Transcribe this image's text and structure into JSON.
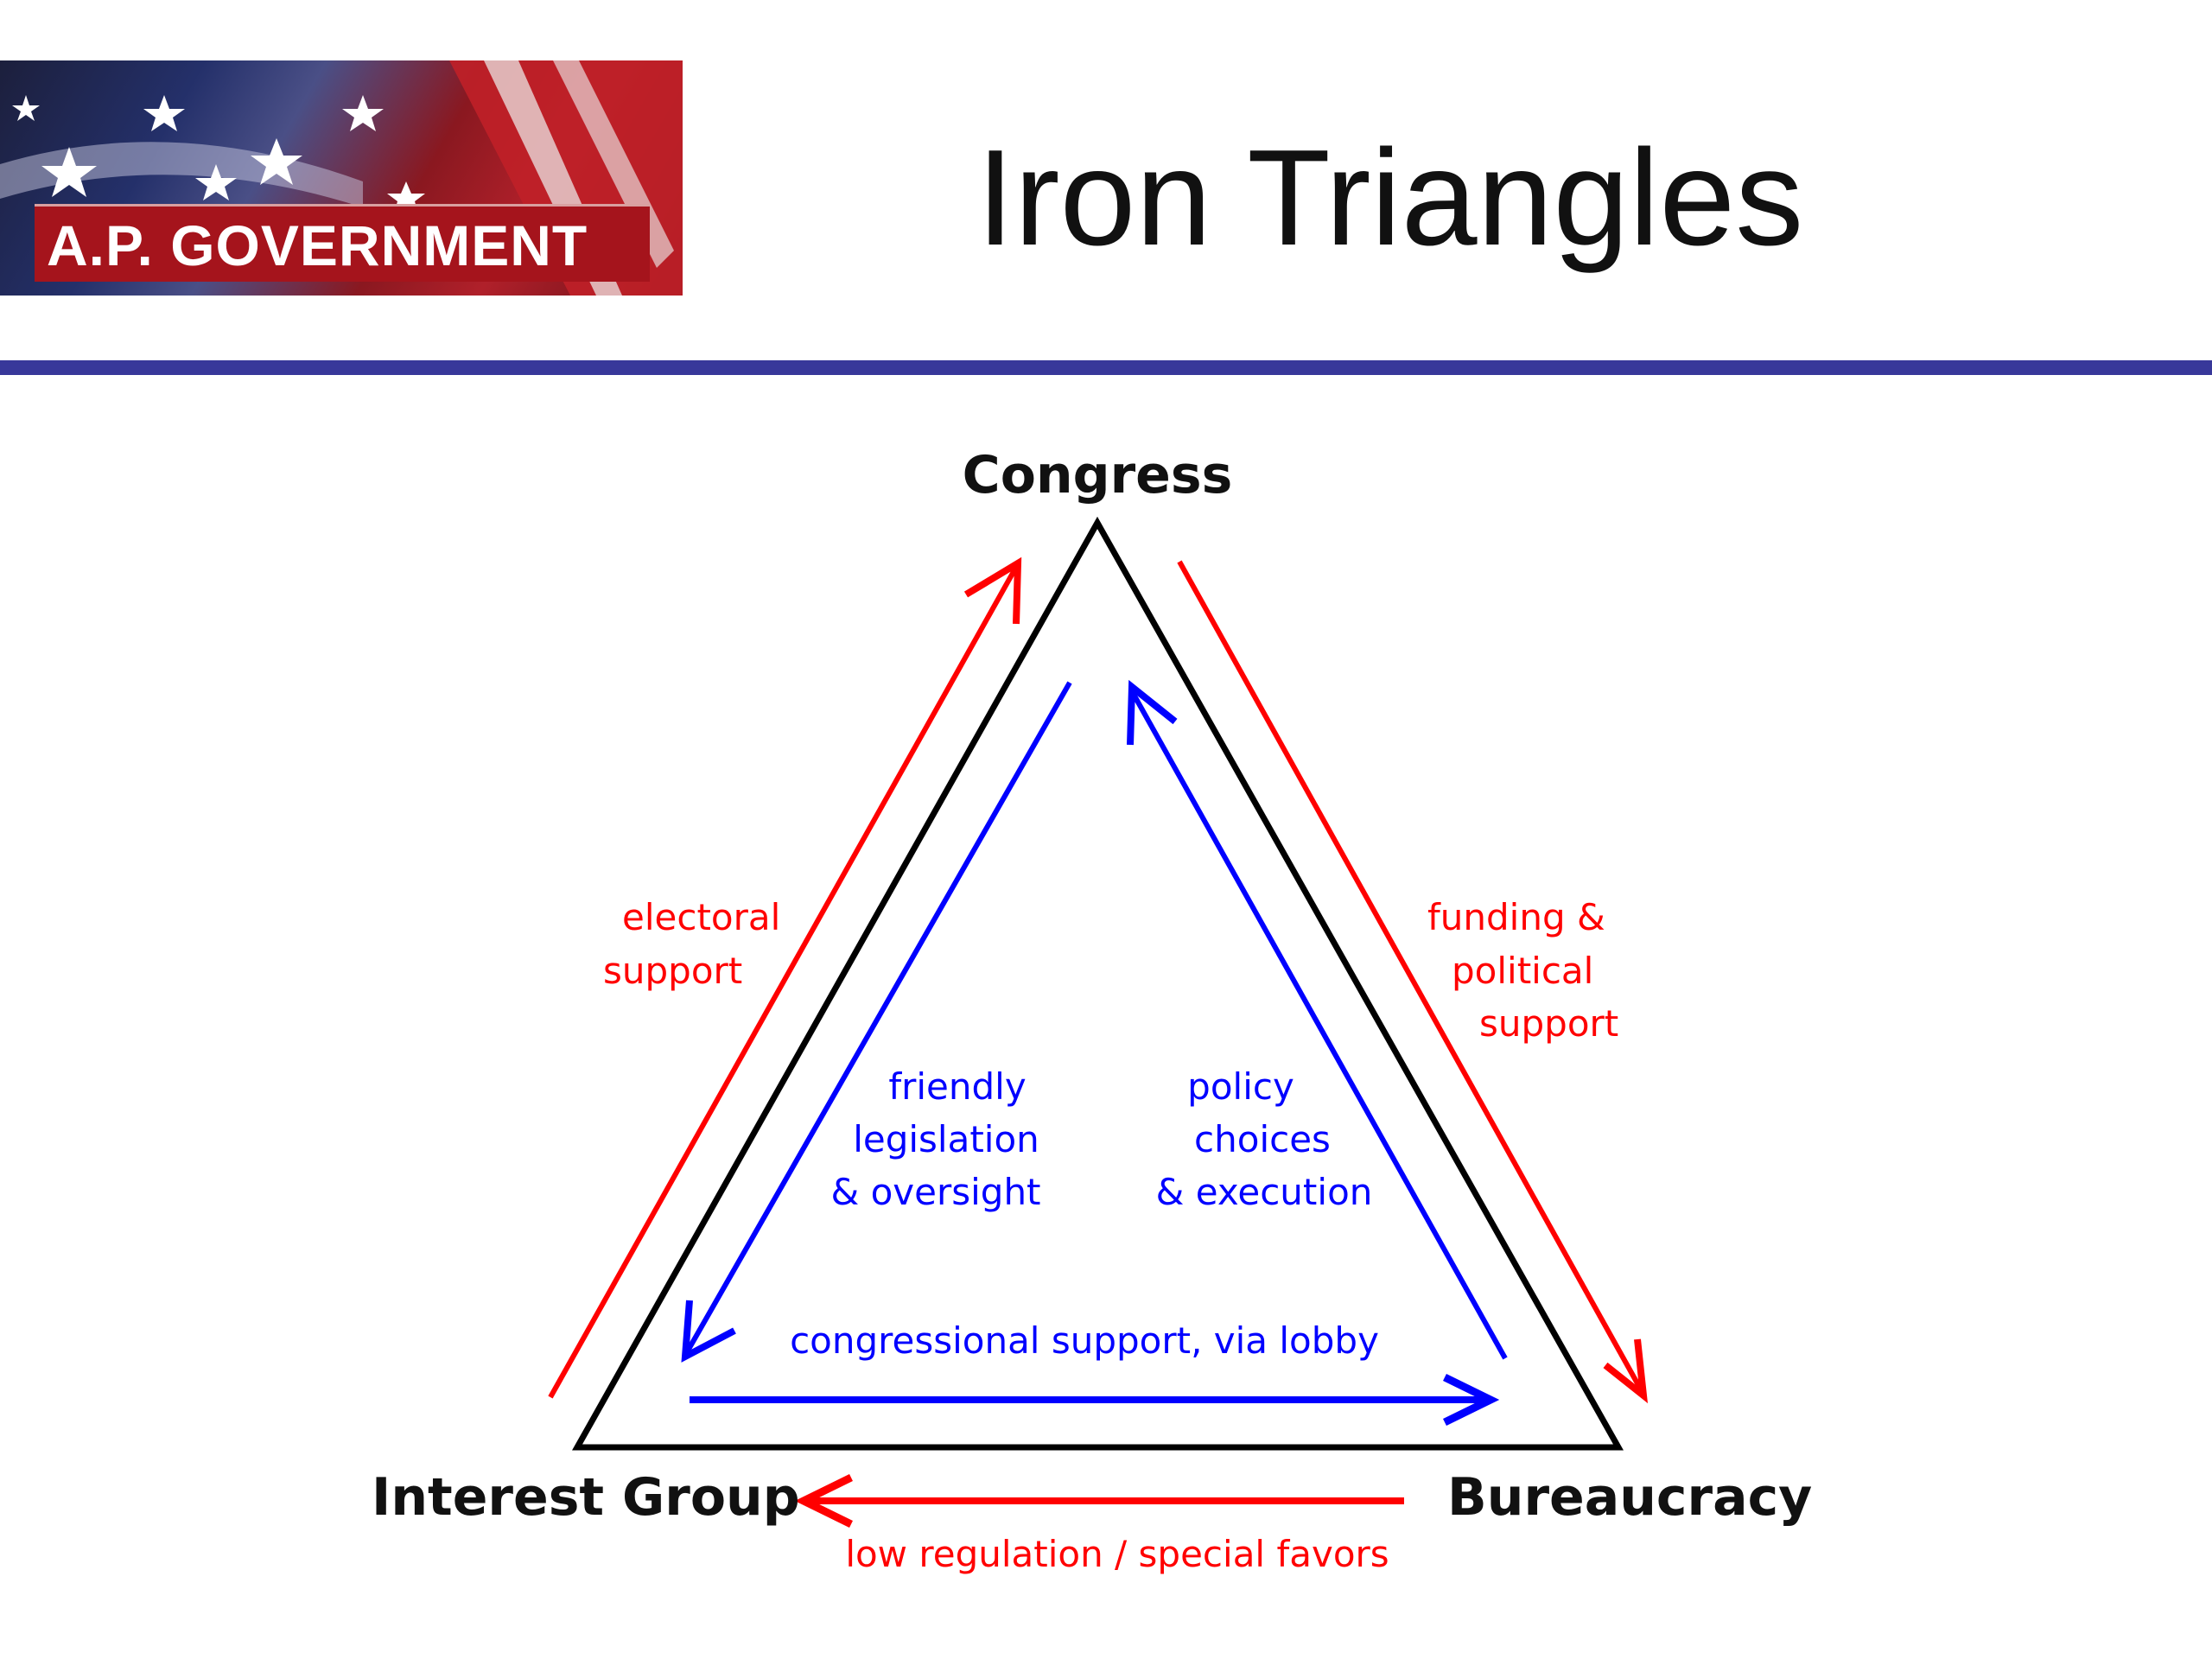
{
  "header": {
    "logo_text": "A.P. GOVERNMENT",
    "title": "Iron Triangles"
  },
  "diagram": {
    "nodes": {
      "top": "Congress",
      "left": "Interest Group",
      "right": "Bureaucracy"
    },
    "labels": {
      "electoral_support": [
        "electoral",
        "support"
      ],
      "funding_support": [
        "funding &",
        "political",
        "support"
      ],
      "friendly_legislation": [
        "friendly",
        "legislation",
        "& oversight"
      ],
      "policy_choices": [
        "policy",
        "choices",
        "& execution"
      ],
      "congressional_support": "congressional support, via lobby",
      "low_regulation": "low regulation / special favors"
    }
  },
  "colors": {
    "red": "#ff0000",
    "blue": "#0000ff",
    "triangle": "#000000",
    "rule": "#38389a",
    "logo_red": "#a5141c"
  },
  "icons": [
    "flag-image"
  ]
}
